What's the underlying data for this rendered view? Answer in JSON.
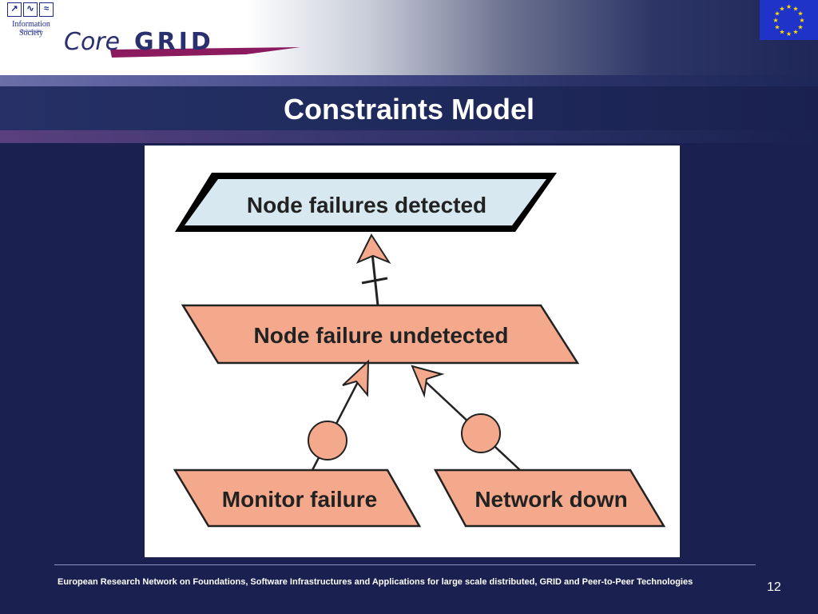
{
  "header": {
    "ist_logo_text": "Information Society",
    "ist_logo_subtext": "Technologies",
    "brand_core": "Core",
    "brand_grid": "GRID"
  },
  "slide": {
    "title": "Constraints Model"
  },
  "diagram": {
    "nodes": {
      "top": "Node failures detected",
      "middle": "Node failure undetected",
      "bottom_left": "Monitor failure",
      "bottom_right": "Network down"
    }
  },
  "footer": {
    "text": "European Research Network on Foundations, Software Infrastructures and Applications for large scale distributed, GRID and Peer-to-Peer Technologies",
    "page_number": "12"
  },
  "colors": {
    "background": "#1a2150",
    "node_salmon": "#f4a98c",
    "node_lightblue": "#d8e8f0",
    "eu_blue": "#1f33c8",
    "eu_star": "#ffdd00"
  }
}
